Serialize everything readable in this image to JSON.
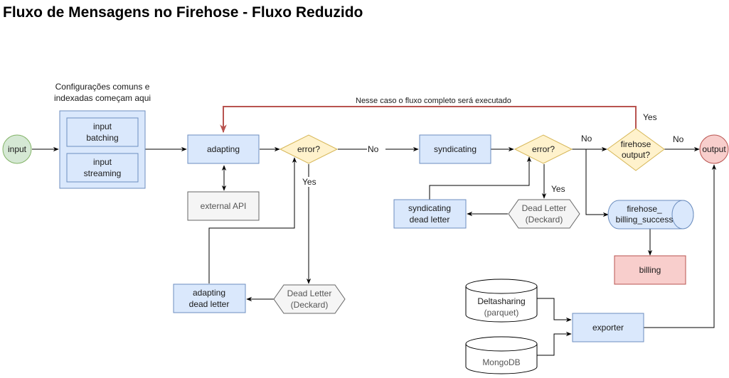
{
  "title": "Fluxo de Mensagens no Firehose - Fluxo Reduzido",
  "nodes": {
    "input": "input",
    "config_note": [
      "Configurações comuns e",
      "indexadas começam aqui"
    ],
    "input_batching": [
      "input",
      "batching"
    ],
    "input_streaming": [
      "input",
      "streaming"
    ],
    "adapting": "adapting",
    "external_api": "external API",
    "error1": "error?",
    "dead_letter1": [
      "Dead Letter",
      "(Deckard)"
    ],
    "adapting_dead_letter": [
      "adapting",
      "dead letter"
    ],
    "syndicating": "syndicating",
    "error2": "error?",
    "dead_letter2": [
      "Dead Letter",
      "(Deckard)"
    ],
    "syndicating_dead_letter": [
      "syndicating",
      "dead letter"
    ],
    "firehose_output": [
      "firehose",
      "output?"
    ],
    "output": "output",
    "billing_success": [
      "firehose_",
      "billing_success"
    ],
    "billing": "billing",
    "deltasharing": [
      "Deltasharing",
      "(parquet)"
    ],
    "mongodb": "MongoDB",
    "exporter": "exporter"
  },
  "edge_labels": {
    "loop_note": "Nesse caso o fluxo completo será executado",
    "no1": "No",
    "yes1": "Yes",
    "yes2": "Yes",
    "no2": "No",
    "yes3": "Yes",
    "no3": "No"
  },
  "colors": {
    "process": "#dae8fc",
    "decision": "#fff2cc",
    "start": "#d5e8d4",
    "end": "#f8cecc",
    "external": "#f5f5f5",
    "loop_edge": "#b85450"
  }
}
